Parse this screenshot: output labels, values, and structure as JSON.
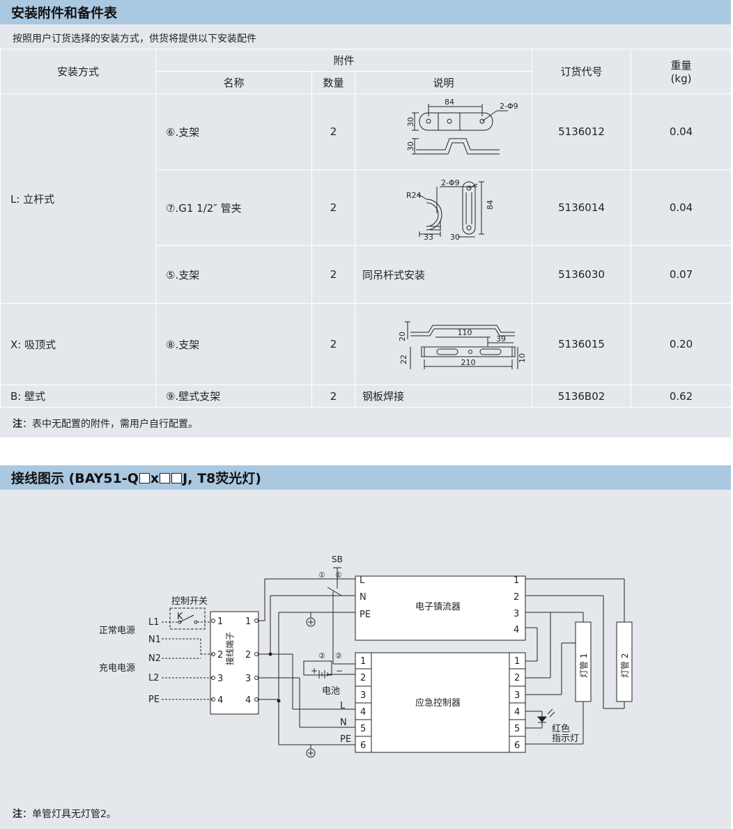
{
  "section1": {
    "title": "安装附件和备件表",
    "subtitle": "按照用户订货选择的安装方式，供货将提供以下安装配件",
    "headers": {
      "mount_method": "安装方式",
      "accessory": "附件",
      "name": "名称",
      "quantity": "数量",
      "description": "说明",
      "order_code": "订货代号",
      "weight_line1": "重量",
      "weight_line2": "(kg)"
    },
    "groups": [
      {
        "method": "L: 立杆式"
      },
      {
        "method": "X: 吸顶式"
      },
      {
        "method": "B: 壁式"
      }
    ],
    "rows": [
      {
        "name": "⑥.支架",
        "qty": "2",
        "desc": "",
        "code": "5136012",
        "weight": "0.04"
      },
      {
        "name": "⑦.G1 1/2″ 管夹",
        "qty": "2",
        "desc": "",
        "code": "5136014",
        "weight": "0.04"
      },
      {
        "name": "⑤.支架",
        "qty": "2",
        "desc": "同吊杆式安装",
        "code": "5136030",
        "weight": "0.07"
      },
      {
        "name": "⑧.支架",
        "qty": "2",
        "desc": "",
        "code": "5136015",
        "weight": "0.20"
      },
      {
        "name": "⑨.壁式支架",
        "qty": "2",
        "desc": "钢板焊接",
        "code": "5136B02",
        "weight": "0.62"
      }
    ],
    "drawings": {
      "d1": {
        "width": "84",
        "hole": "2-Φ9",
        "height_a": "30",
        "height_b": "30"
      },
      "d2": {
        "radius": "R24",
        "hole": "2-Φ9",
        "length": "84",
        "width_a": "33",
        "width_b": "30"
      },
      "d3": {
        "span": "110",
        "end": "39",
        "height_a": "20",
        "height_b": "22",
        "length": "210",
        "thick": "10"
      }
    },
    "note_label": "注",
    "note_text": "：表中无配置的附件，需用户自行配置。"
  },
  "section2": {
    "title_prefix": "接线图示 (BAY51-Q",
    "title_mid": "x",
    "title_suffix": "J, T8荧光灯)",
    "note_label": "注",
    "note_text": "：单管灯具无灯管2。"
  },
  "diagram": {
    "sb": "SB",
    "c1": "①",
    "c2": "②",
    "switch": "控制开关",
    "k": "K",
    "normal_power": "正常电源",
    "charge_power": "充电电源",
    "l1": "L1",
    "n1": "N1",
    "n2": "N2",
    "l2": "L2",
    "pe": "PE",
    "t1": "1",
    "t2": "2",
    "t3": "3",
    "t4": "4",
    "terminal": "接线端子",
    "ballast": "电子镇流器",
    "controller": "应急控制器",
    "battery": "电池",
    "plus": "+",
    "minus": "−",
    "l": "L",
    "n": "N",
    "b1": "1",
    "b2": "2",
    "b3": "3",
    "b4": "4",
    "e1": "1",
    "e2": "2",
    "e3": "3",
    "e4": "4",
    "e5": "5",
    "e6": "6",
    "tube1": "灯管 1",
    "tube2": "灯管 2",
    "led1": "红色",
    "led2": "指示灯"
  }
}
